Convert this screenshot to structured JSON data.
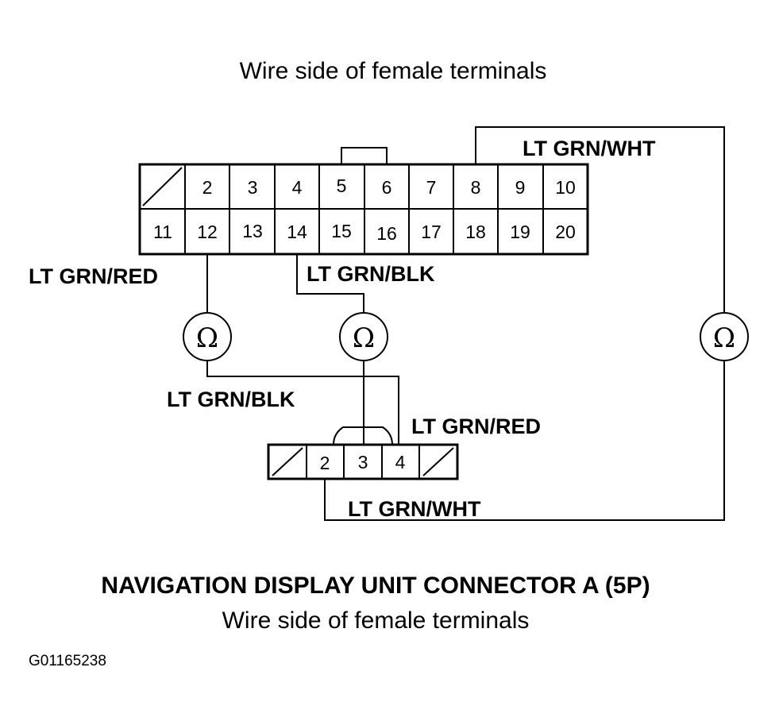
{
  "top_caption": "Wire side of female terminals",
  "connector_20p": {
    "row1": [
      "",
      "2",
      "3",
      "4",
      "5",
      "6",
      "7",
      "8",
      "9",
      "10"
    ],
    "row2": [
      "11",
      "12",
      "13",
      "14",
      "15",
      "16",
      "17",
      "18",
      "19",
      "20"
    ]
  },
  "connector_5p": {
    "cells": [
      "",
      "2",
      "3",
      "4",
      ""
    ]
  },
  "wire_labels": {
    "pin8_wire": "LT GRN/WHT",
    "pin12_wire": "LT GRN/RED",
    "pin14_wire": "LT GRN/BLK",
    "meter1_wire": "LT GRN/BLK",
    "pin4_wire": "LT GRN/RED",
    "pin2_wire": "LT GRN/WHT"
  },
  "ohmmeter_symbol": "Ω",
  "bottom_title": "NAVIGATION DISPLAY UNIT CONNECTOR A (5P)",
  "bottom_caption": "Wire side of female terminals",
  "figure_code": "G01165238"
}
